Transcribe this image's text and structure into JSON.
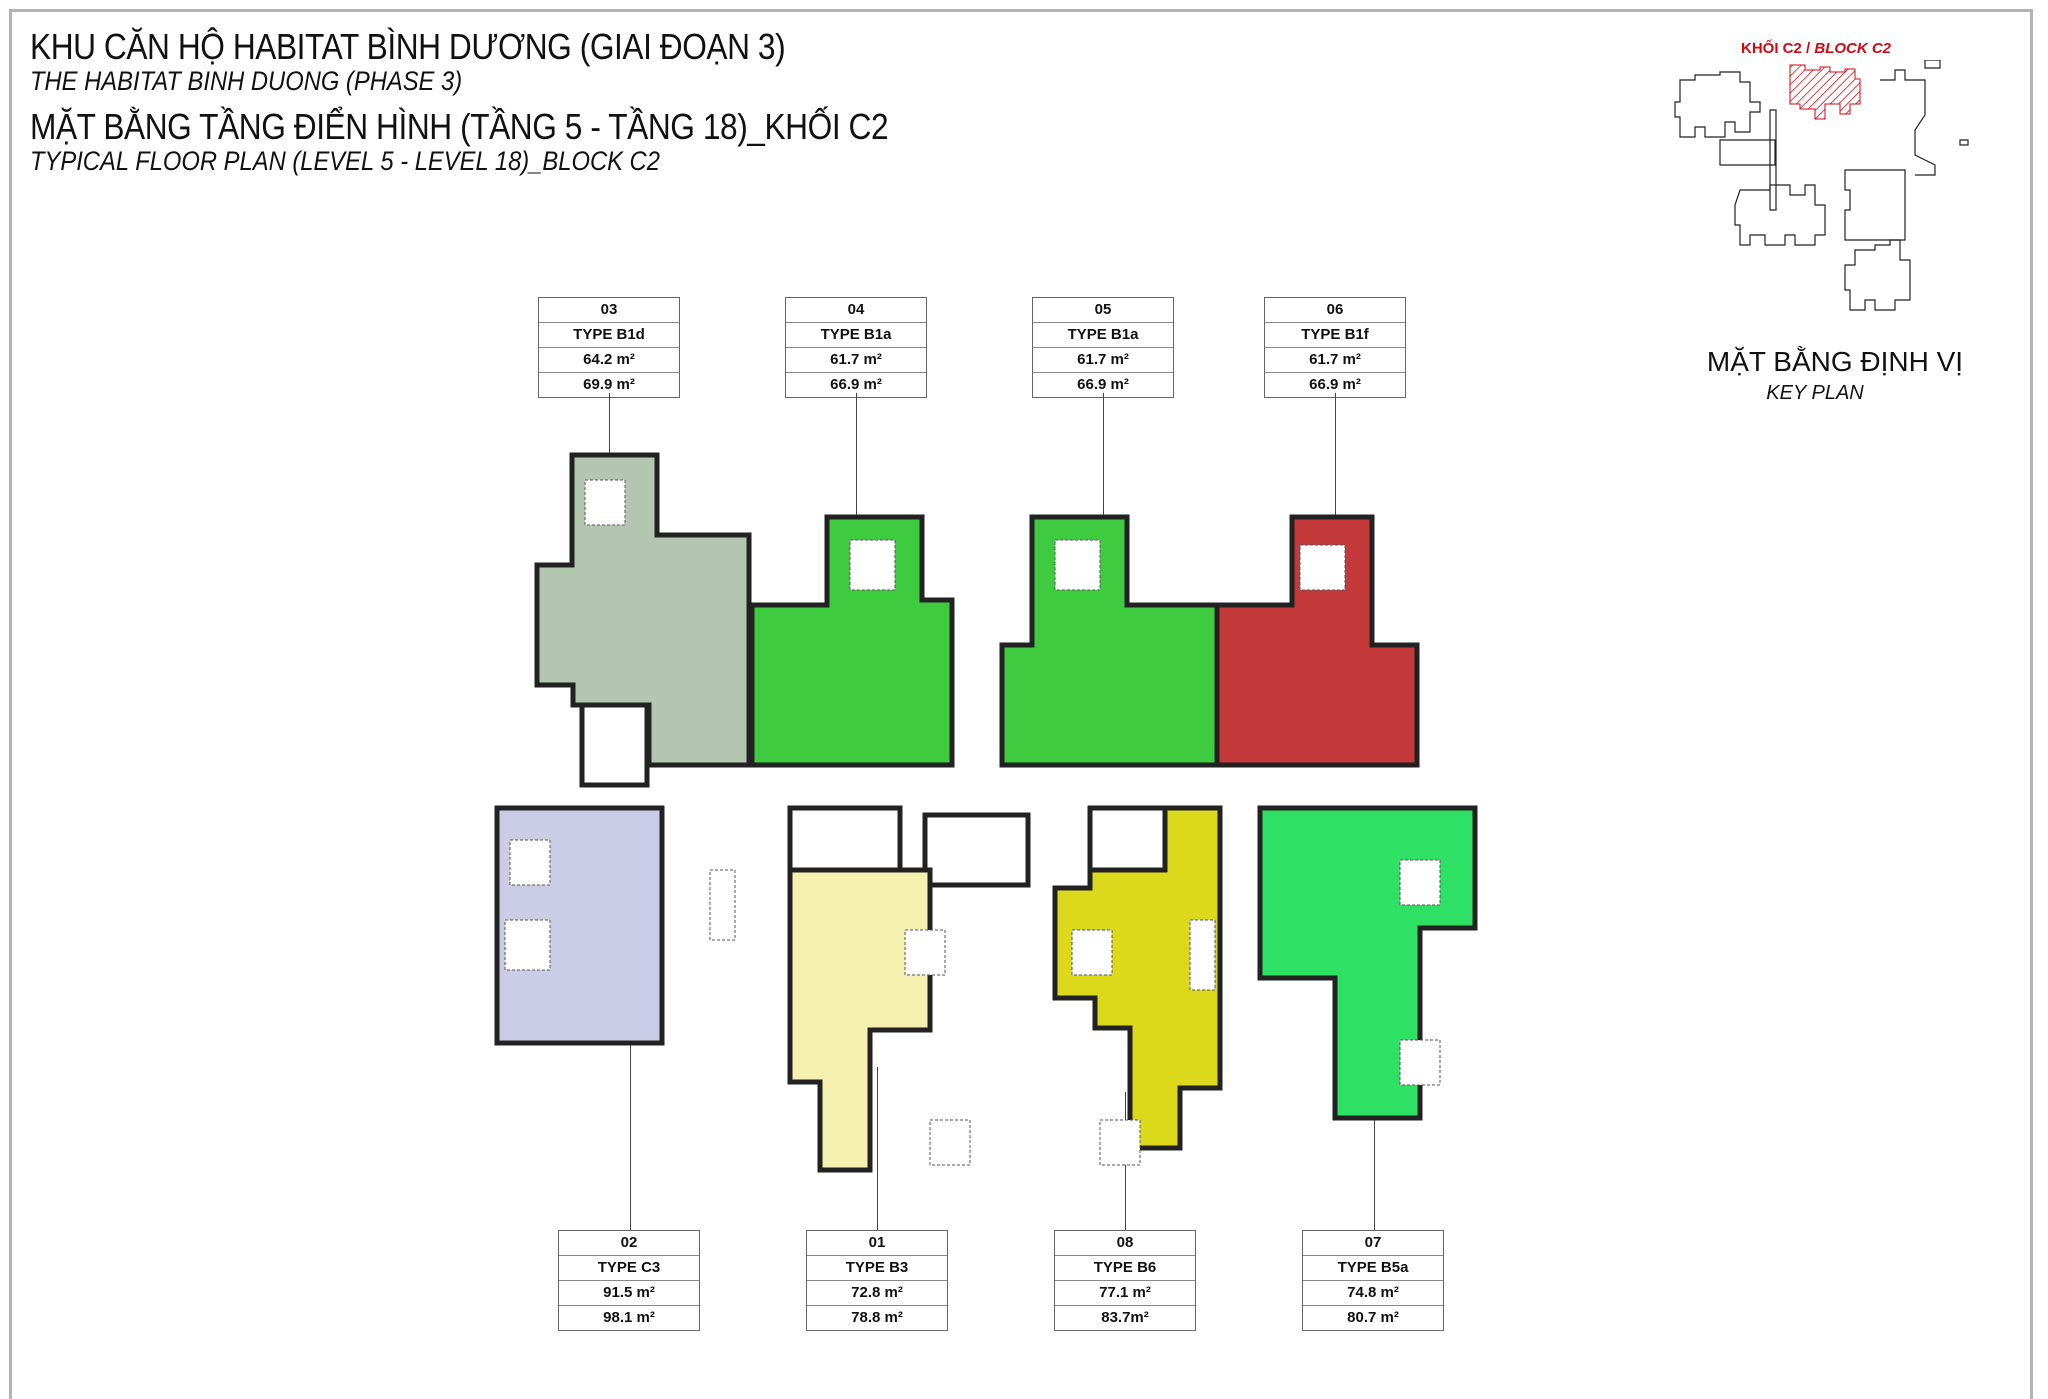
{
  "header": {
    "title_vi": "KHU CĂN HỘ HABITAT BÌNH DƯƠNG (GIAI ĐOẠN 3)",
    "title_en": "THE HABITAT BINH DUONG (PHASE 3)",
    "subtitle_vi": "MẶT BẰNG TẦNG ĐIỂN HÌNH (TẦNG 5 - TẦNG 18)_KHỐI C2",
    "subtitle_en": "TYPICAL FLOOR PLAN (LEVEL 5 - LEVEL 18)_BLOCK C2"
  },
  "key_plan": {
    "block_label_vi": "KHỐI C2 / ",
    "block_label_en": "BLOCK C2",
    "title_vi": "MẶT BẰNG ĐỊNH VỊ",
    "title_en": "KEY PLAN",
    "highlight_color": "#d10a12"
  },
  "units_top": [
    {
      "unit": "03",
      "type": "TYPE B1d",
      "area_1": "64.2 m²",
      "area_2": "69.9 m²",
      "color": "#b3c7b0"
    },
    {
      "unit": "04",
      "type": "TYPE B1a",
      "area_1": "61.7 m²",
      "area_2": "66.9 m²",
      "color": "#3fcb3f"
    },
    {
      "unit": "05",
      "type": "TYPE B1a",
      "area_1": "61.7 m²",
      "area_2": "66.9 m²",
      "color": "#3fcb3f"
    },
    {
      "unit": "06",
      "type": "TYPE B1f",
      "area_1": "61.7 m²",
      "area_2": "66.9 m²",
      "color": "#c43a3a"
    }
  ],
  "units_bottom": [
    {
      "unit": "02",
      "type": "TYPE C3",
      "area_1": "91.5 m²",
      "area_2": "98.1 m²",
      "color": "#cbcde6"
    },
    {
      "unit": "01",
      "type": "TYPE B3",
      "area_1": "72.8 m²",
      "area_2": "78.8 m²",
      "color": "#f3f0b0"
    },
    {
      "unit": "08",
      "type": "TYPE B6",
      "area_1": "77.1 m²",
      "area_2": "83.7m²",
      "color": "#dcd81c"
    },
    {
      "unit": "07",
      "type": "TYPE B5a",
      "area_1": "74.8 m²",
      "area_2": "80.7 m²",
      "color": "#2ee064"
    }
  ]
}
